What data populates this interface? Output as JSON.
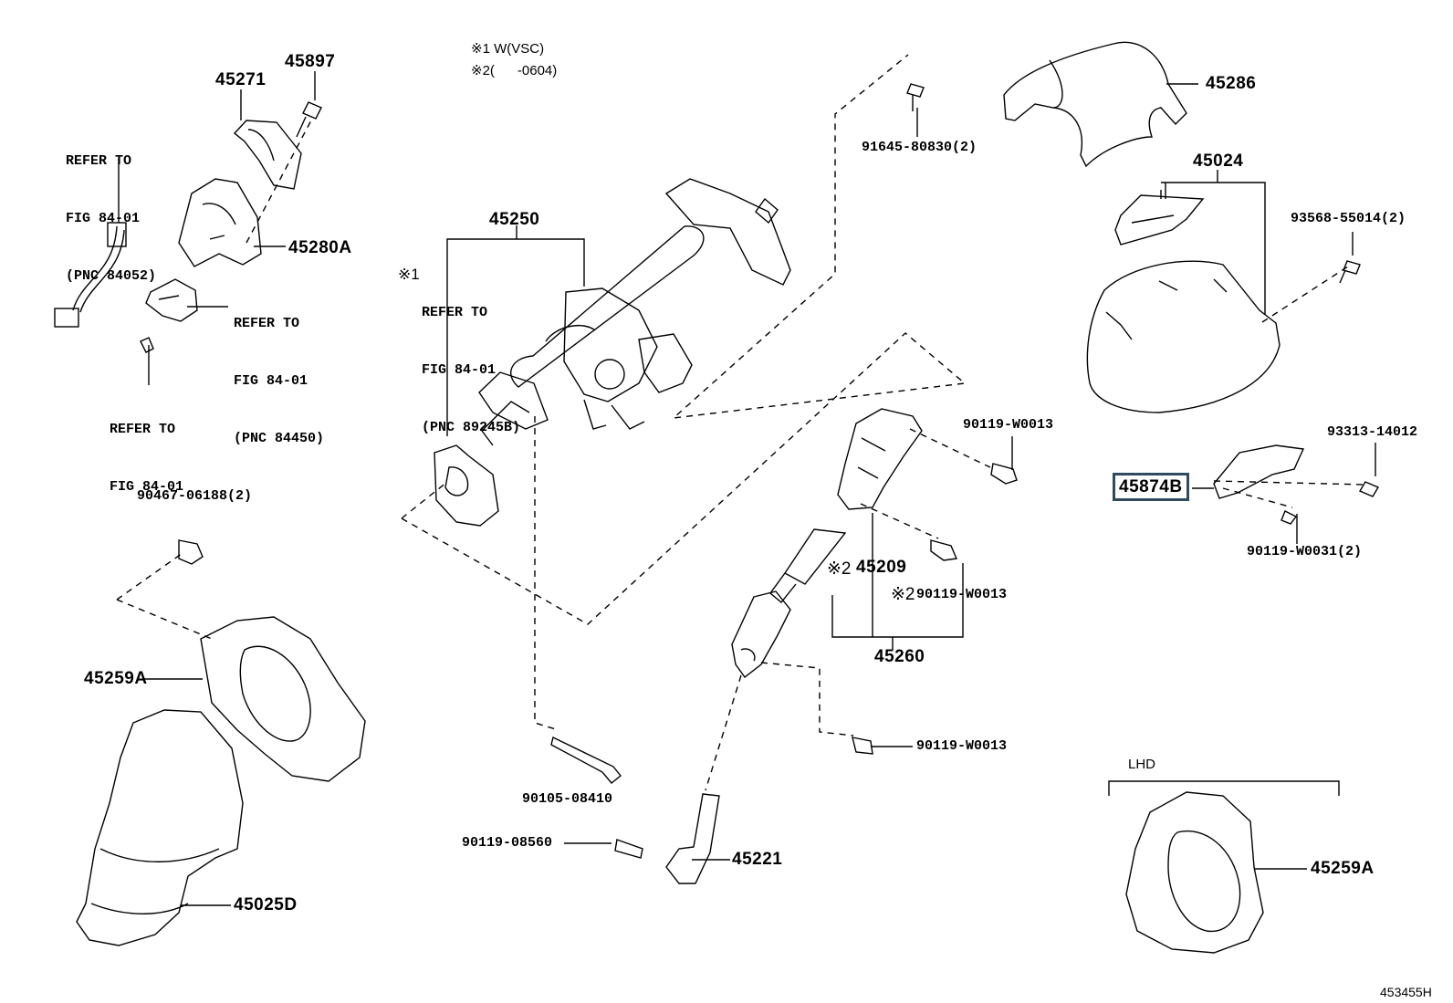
{
  "notes": {
    "line1": "※1 W(VSC)",
    "line2": "※2(      -0604)"
  },
  "parts": {
    "p45271": "45271",
    "p45897": "45897",
    "p45280A": "45280A",
    "p45250": "45250",
    "p45286": "45286",
    "p45024": "45024",
    "p91645": "91645-80830(2)",
    "p93568": "93568-55014(2)",
    "p93313": "93313-14012",
    "p45874B": "45874B",
    "p90119_w0031": "90119-W0031(2)",
    "p90119_w0013_a": "90119-W0013",
    "p45209": "45209",
    "p45209_mark": "※2",
    "p90119_w0013_b": "90119-W0013",
    "p90119_w0013_b_mark": "※2",
    "p45260": "45260",
    "p90467": "90467-06188(2)",
    "p45259A_left": "45259A",
    "p90119_w0013_c": "90119-W0013",
    "p90105": "90105-08410",
    "p90119_08560": "90119-08560",
    "p45221": "45221",
    "p45025D": "45025D",
    "p45259A_right": "45259A"
  },
  "refs": {
    "ref1": {
      "l1": "REFER TO",
      "l2": "FIG 84-01",
      "l3": "(PNC 84052)"
    },
    "ref2": {
      "l1": "REFER TO",
      "l2": "FIG 84-01",
      "l3": "(PNC 84450)"
    },
    "ref3": {
      "l1": "REFER TO",
      "l2": "FIG 84-01"
    },
    "ref4": {
      "mark": "※1",
      "l1": "REFER TO",
      "l2": "FIG 84-01",
      "l3": "(PNC 89245B)"
    }
  },
  "lhd_label": "LHD",
  "diagram_id": "453455H",
  "highlight_color": "#2f4b5e"
}
